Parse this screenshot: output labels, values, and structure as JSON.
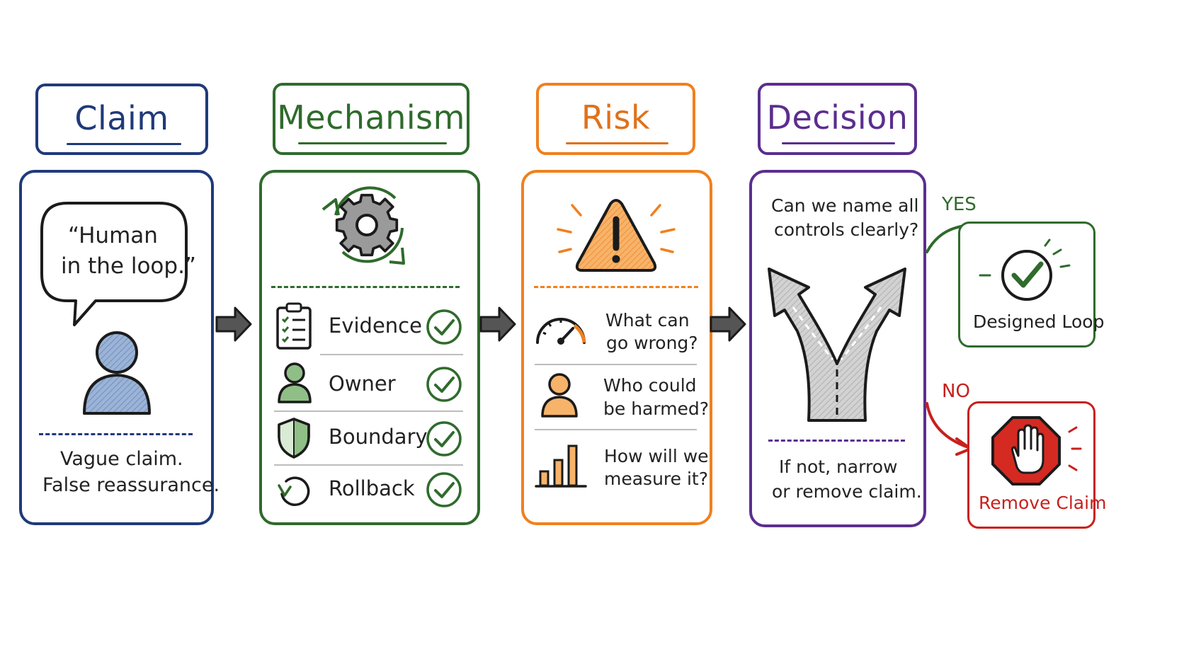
{
  "colors": {
    "claim": "#1f3a7a",
    "mechanism": "#2f6b2c",
    "risk": "#f0801e",
    "decision": "#5b2e8f",
    "yes": "#2f6b2c",
    "no": "#c8201c"
  },
  "claim": {
    "title": "Claim",
    "quote_line1": "“Human",
    "quote_line2": "in the loop.”",
    "note_line1": "Vague claim.",
    "note_line2": "False reassurance.",
    "icon": "person-icon"
  },
  "mechanism": {
    "title": "Mechanism",
    "icon": "gear-cycle-icon",
    "items": [
      {
        "label": "Evidence",
        "icon": "clipboard-checklist-icon"
      },
      {
        "label": "Owner",
        "icon": "person-icon"
      },
      {
        "label": "Boundary",
        "icon": "shield-icon"
      },
      {
        "label": "Rollback",
        "icon": "undo-arrow-icon"
      }
    ]
  },
  "risk": {
    "title": "Risk",
    "icon": "warning-triangle-icon",
    "items": [
      {
        "line1": "What can",
        "line2": "go wrong?",
        "icon": "gauge-icon"
      },
      {
        "line1": "Who could",
        "line2": "be harmed?",
        "icon": "person-icon"
      },
      {
        "line1": "How will we",
        "line2": "measure it?",
        "icon": "bar-chart-icon"
      }
    ]
  },
  "decision": {
    "title": "Decision",
    "question_line1": "Can we name all",
    "question_line2": "controls clearly?",
    "note_line1": "If not, narrow",
    "note_line2": "or remove claim.",
    "icon": "fork-road-icon"
  },
  "outcomes": {
    "yes_label": "YES",
    "no_label": "NO",
    "yes_result": "Designed Loop",
    "no_result": "Remove Claim"
  }
}
